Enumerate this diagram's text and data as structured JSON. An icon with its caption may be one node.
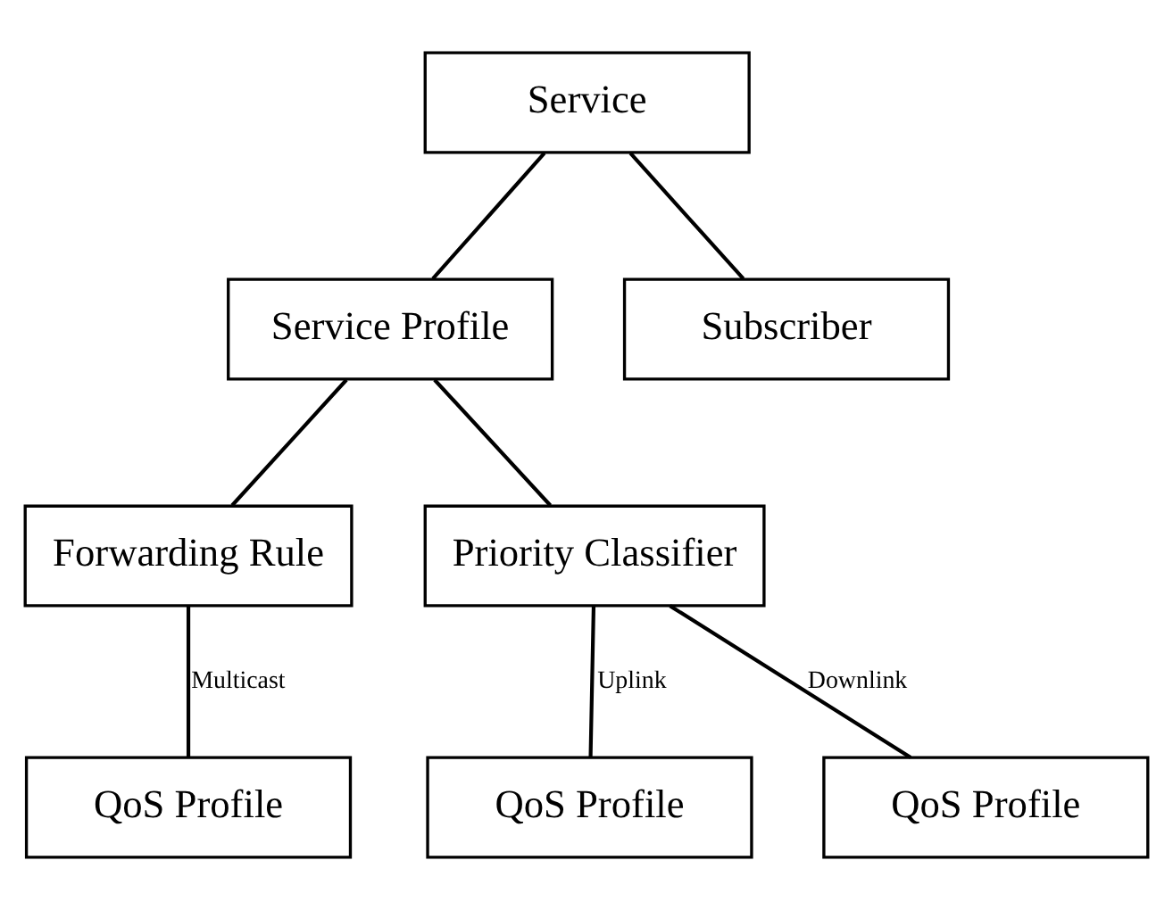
{
  "diagram": {
    "nodes": [
      {
        "text": [
          "Service"
        ]
      },
      {
        "text": [
          "Service Profile"
        ]
      },
      {
        "text": [
          "Subscriber"
        ]
      },
      {
        "text": [
          "Forwarding Rule"
        ]
      },
      {
        "text": [
          "Priority Classifier"
        ]
      },
      {
        "text": [
          "QoS Profile"
        ]
      },
      {
        "text": [
          "QoS Profile"
        ]
      },
      {
        "text": [
          "QoS Profile"
        ]
      }
    ],
    "edges": [
      {
        "from": 0,
        "to": 1,
        "arrow": "none"
      },
      {
        "from": 0,
        "to": 2,
        "arrow": "none"
      },
      {
        "from": 1,
        "to": 3,
        "arrow": "none"
      },
      {
        "from": 1,
        "to": 4,
        "arrow": "none"
      },
      {
        "from": 3,
        "to": 5,
        "arrow": "none",
        "label": "Multicast"
      },
      {
        "from": 4,
        "to": 6,
        "arrow": "none",
        "label": "Uplink"
      },
      {
        "from": 4,
        "to": 7,
        "arrow": "none",
        "label": "Downlink"
      }
    ]
  }
}
